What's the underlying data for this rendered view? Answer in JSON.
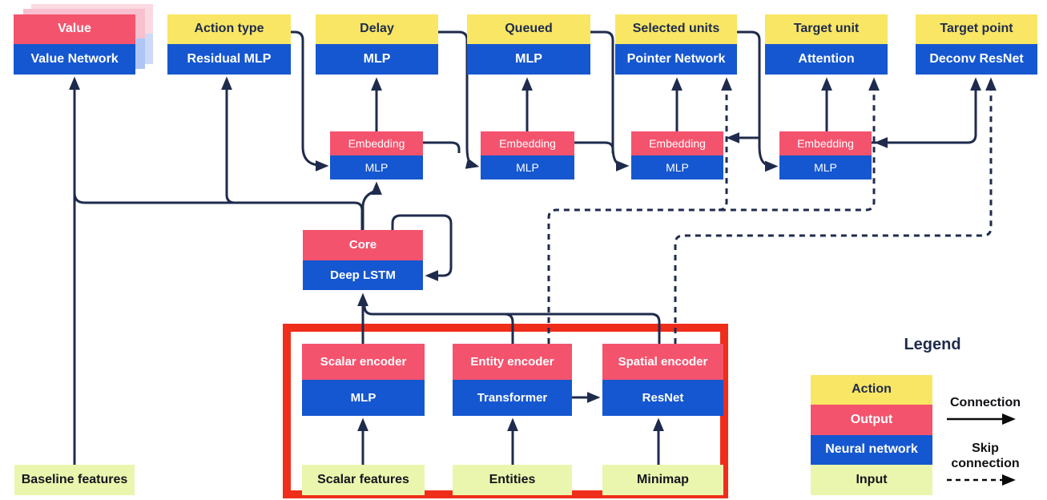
{
  "diagram": {
    "heads": [
      {
        "action": "Value",
        "network": "Value Network"
      },
      {
        "action": "Action type",
        "network": "Residual MLP"
      },
      {
        "action": "Delay",
        "network": "MLP"
      },
      {
        "action": "Queued",
        "network": "MLP"
      },
      {
        "action": "Selected units",
        "network": "Pointer Network"
      },
      {
        "action": "Target unit",
        "network": "Attention"
      },
      {
        "action": "Target point",
        "network": "Deconv ResNet"
      }
    ],
    "embeddings": [
      {
        "top": "Embedding",
        "bottom": "MLP"
      },
      {
        "top": "Embedding",
        "bottom": "MLP"
      },
      {
        "top": "Embedding",
        "bottom": "MLP"
      },
      {
        "top": "Embedding",
        "bottom": "MLP"
      }
    ],
    "core": {
      "top": "Core",
      "bottom": "Deep LSTM"
    },
    "encoders": [
      {
        "top": "Scalar encoder",
        "bottom": "MLP"
      },
      {
        "top": "Entity encoder",
        "bottom": "Transformer"
      },
      {
        "top": "Spatial encoder",
        "bottom": "ResNet"
      }
    ],
    "inputs": [
      {
        "label": "Baseline features"
      },
      {
        "label": "Scalar features"
      },
      {
        "label": "Entities"
      },
      {
        "label": "Minimap"
      }
    ]
  },
  "legend": {
    "title": "Legend",
    "items": [
      {
        "label": "Action"
      },
      {
        "label": "Output"
      },
      {
        "label": "Neural network"
      },
      {
        "label": "Input"
      }
    ],
    "connection_label": "Connection",
    "skip_line1": "Skip",
    "skip_line2": "connection"
  },
  "colors": {
    "action_yellow": "#F9E664",
    "output_pink": "#F4536E",
    "network_blue": "#1557D0",
    "input_green": "#EAF6AD",
    "edge_navy": "#1F2B4D",
    "highlight_red": "#EF2D1B"
  }
}
